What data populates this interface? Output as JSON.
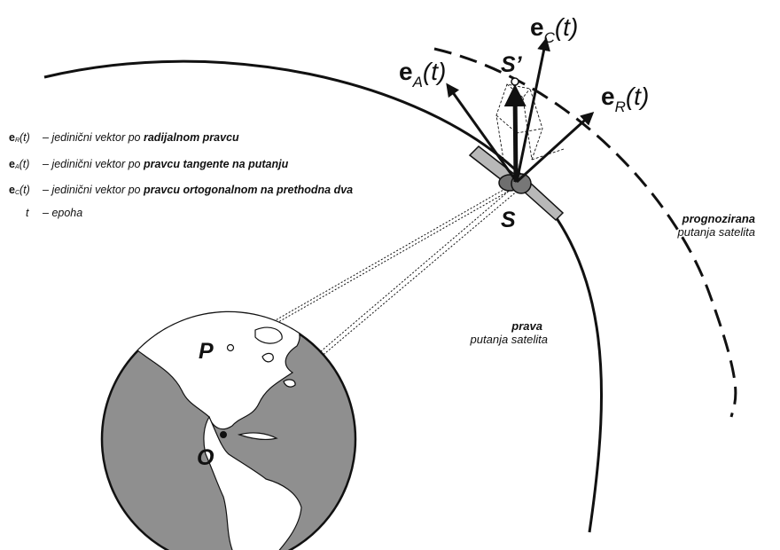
{
  "legend": [
    {
      "symbol": "e",
      "sub": "R",
      "arg": "(t)",
      "dash": "–",
      "desc": "jedinični vektor po",
      "emph": "radijalnom pravcu"
    },
    {
      "symbol": "e",
      "sub": "A",
      "arg": "(t)",
      "dash": "–",
      "desc": "jedinični vektor po",
      "emph": "pravcu tangente na putanju"
    },
    {
      "symbol": "e",
      "sub": "C",
      "arg": "(t)",
      "dash": "–",
      "desc": "jedinični vektor po",
      "emph": "pravcu ortogonalnom na prethodna dva"
    },
    {
      "symbol": "t",
      "sub": "",
      "arg": "",
      "dash": "–",
      "desc": "epoha",
      "emph": ""
    }
  ],
  "labels": {
    "satellite": "S",
    "predicted_satellite": "S’",
    "earth_point": "P",
    "earth_center": "O",
    "vector_symbol": "e",
    "vector_arg": "(t)",
    "vec_A_sub": "A",
    "vec_C_sub": "C",
    "vec_R_sub": "R"
  },
  "orbits": {
    "actual_bold": "prava",
    "actual_text": "putanja satelita",
    "predicted_bold": "prognozirana",
    "predicted_text": "putanja satelita"
  },
  "colors": {
    "ink": "#111111",
    "land": "#ffffff",
    "ocean": "#8f8f8f",
    "panel": "#b8b8b8"
  }
}
